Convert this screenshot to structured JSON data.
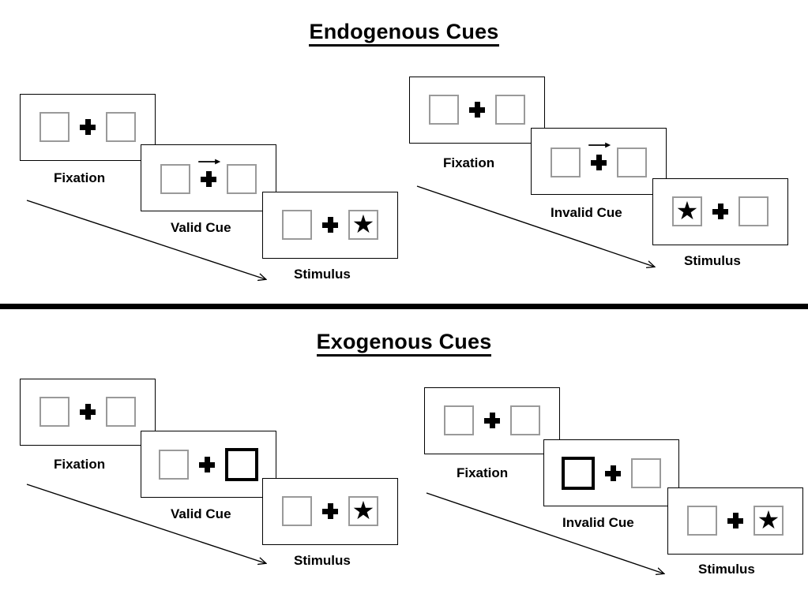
{
  "figure": {
    "type": "diagram",
    "description": "Posner cueing paradigm: endogenous and exogenous spatial cue trial sequences"
  },
  "colors": {
    "ink": "#000000",
    "box_outline": "#9a9a9a",
    "cued_box_outline": "#000000",
    "background": "#ffffff"
  },
  "sections": [
    {
      "id": "endogenous",
      "title": "Endogenous Cues",
      "sequences": [
        {
          "id": "endogenous-valid",
          "validity": "valid",
          "panels": [
            {
              "label": "Fixation",
              "cue": "none",
              "target_side": "none",
              "left_box_cued": false,
              "right_box_cued": false
            },
            {
              "label": "Valid Cue",
              "cue": "arrow-right",
              "target_side": "none",
              "left_box_cued": false,
              "right_box_cued": false
            },
            {
              "label": "Stimulus",
              "cue": "none",
              "target_side": "right",
              "left_box_cued": false,
              "right_box_cued": false
            }
          ]
        },
        {
          "id": "endogenous-invalid",
          "validity": "invalid",
          "panels": [
            {
              "label": "Fixation",
              "cue": "none",
              "target_side": "none",
              "left_box_cued": false,
              "right_box_cued": false
            },
            {
              "label": "Invalid Cue",
              "cue": "arrow-right",
              "target_side": "none",
              "left_box_cued": false,
              "right_box_cued": false
            },
            {
              "label": "Stimulus",
              "cue": "none",
              "target_side": "left",
              "left_box_cued": false,
              "right_box_cued": false
            }
          ]
        }
      ]
    },
    {
      "id": "exogenous",
      "title": "Exogenous Cues",
      "sequences": [
        {
          "id": "exogenous-valid",
          "validity": "valid",
          "panels": [
            {
              "label": "Fixation",
              "cue": "none",
              "target_side": "none",
              "left_box_cued": false,
              "right_box_cued": false
            },
            {
              "label": "Valid Cue",
              "cue": "box-highlight",
              "target_side": "none",
              "left_box_cued": false,
              "right_box_cued": true
            },
            {
              "label": "Stimulus",
              "cue": "none",
              "target_side": "right",
              "left_box_cued": false,
              "right_box_cued": false
            }
          ]
        },
        {
          "id": "exogenous-invalid",
          "validity": "invalid",
          "panels": [
            {
              "label": "Fixation",
              "cue": "none",
              "target_side": "none",
              "left_box_cued": false,
              "right_box_cued": false
            },
            {
              "label": "Invalid Cue",
              "cue": "box-highlight",
              "target_side": "none",
              "left_box_cued": true,
              "right_box_cued": false
            },
            {
              "label": "Stimulus",
              "cue": "none",
              "target_side": "right",
              "left_box_cued": false,
              "right_box_cued": false
            }
          ]
        }
      ]
    }
  ],
  "glyphs": {
    "star": "★",
    "fixation_cross": "plus",
    "cue_arrow": "arrow-right"
  }
}
